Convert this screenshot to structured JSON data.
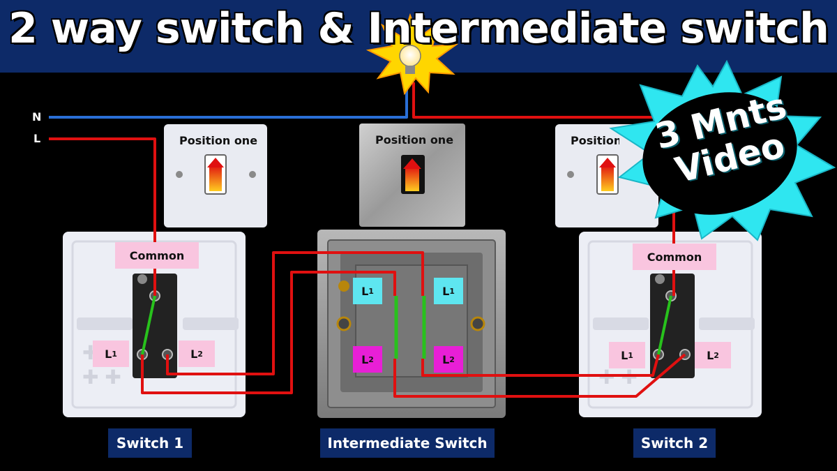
{
  "title": "2 way switch & Intermediate switch",
  "wires": {
    "neutral_label": "N",
    "live_label": "L"
  },
  "rocker_positions": {
    "left": "Position one",
    "middle": "Position one",
    "right": "Position one"
  },
  "switch1": {
    "common": "Common",
    "l1_main": "L",
    "l1_sub": "1",
    "l2_main": "L",
    "l2_sub": "2",
    "name": "Switch 1"
  },
  "intermediate": {
    "l1_main": "L",
    "l1_sub": "1",
    "l2_main": "L",
    "l2_sub": "2",
    "name": "Intermediate Switch"
  },
  "switch2": {
    "common": "Common",
    "l1_main": "L",
    "l1_sub": "1",
    "l2_main": "L",
    "l2_sub": "2",
    "name": "Switch 2"
  },
  "badge": {
    "line1": "3 Mnts",
    "line2": "Video"
  },
  "colors": {
    "banner": "#0d2a68",
    "live_wire": "#e01010",
    "neutral_wire": "#2a6fd6",
    "link_wire": "#28c21c",
    "badge_glow": "#2fe6f0"
  }
}
